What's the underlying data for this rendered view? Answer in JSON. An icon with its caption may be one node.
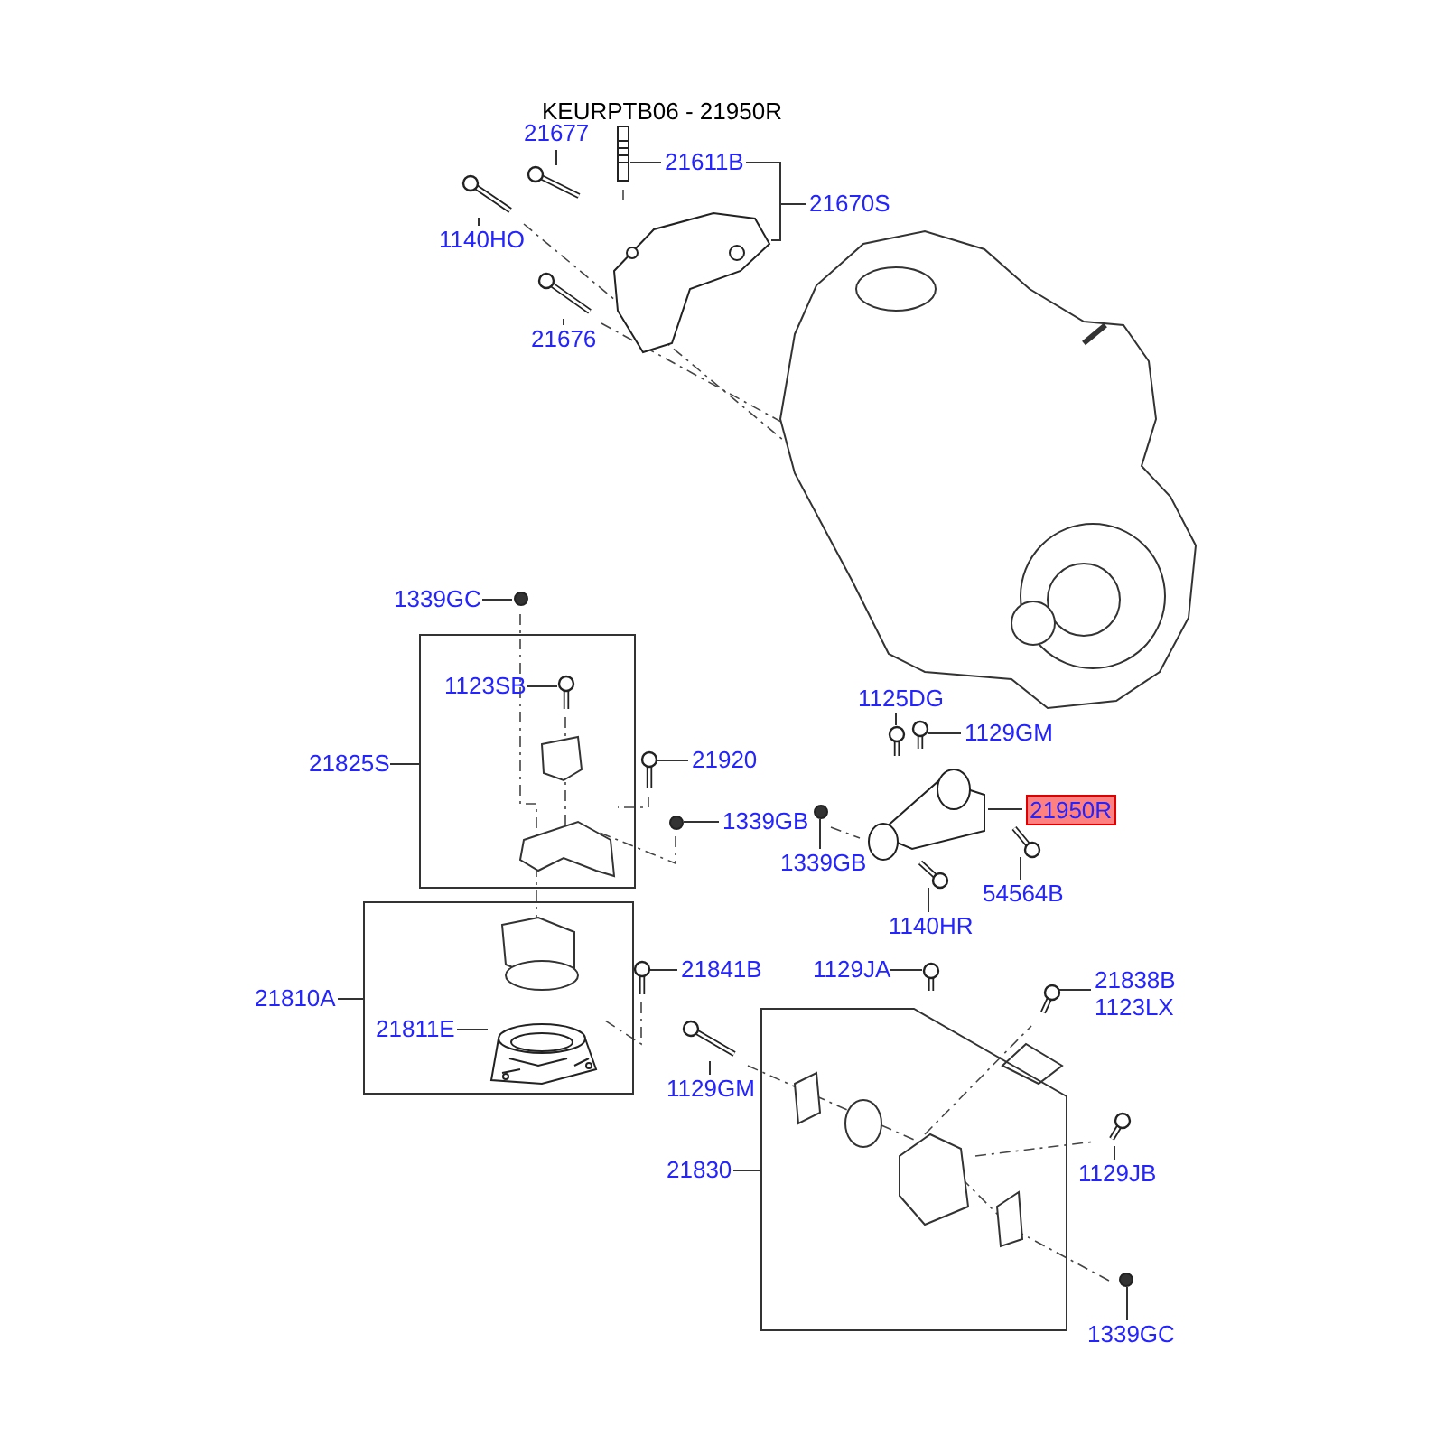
{
  "diagram": {
    "title": "KEURPTB06 - 21950R",
    "nodes": [
      {
        "text": [],
        "shape": "box"
      },
      {
        "text": [],
        "shape": "box"
      },
      {
        "text": [],
        "shape": "box"
      },
      {
        "text": [
          "21677"
        ]
      },
      {
        "text": [
          "21611B"
        ]
      },
      {
        "text": [
          "21670S"
        ]
      },
      {
        "text": [
          "1140HO"
        ]
      },
      {
        "text": [
          "21676"
        ]
      },
      {
        "text": [
          "1339GC"
        ]
      },
      {
        "text": [
          "1123SB"
        ],
        "in": 0
      },
      {
        "text": [
          "21825S"
        ]
      },
      {
        "text": [
          "21920"
        ]
      },
      {
        "text": [
          "1339GB"
        ]
      },
      {
        "text": [
          "1125DG"
        ]
      },
      {
        "text": [
          "1129GM"
        ]
      },
      {
        "text": [
          "21950R"
        ]
      },
      {
        "text": [
          "1339GB"
        ]
      },
      {
        "text": [
          "54564B"
        ]
      },
      {
        "text": [
          "1140HR"
        ]
      },
      {
        "text": [
          "21810A"
        ]
      },
      {
        "text": [
          "21841B"
        ]
      },
      {
        "text": [
          "21811E"
        ],
        "in": 1
      },
      {
        "text": [
          "1129JA"
        ]
      },
      {
        "text": [
          "21838B",
          "1123LX"
        ]
      },
      {
        "text": [
          "1129GM"
        ]
      },
      {
        "text": [
          "21830"
        ]
      },
      {
        "text": [
          "1129JB"
        ]
      },
      {
        "text": [
          "1339GC"
        ]
      },
      {
        "text": [],
        "shape": "picture"
      },
      {
        "text": [],
        "shape": "picture"
      },
      {
        "text": [],
        "shape": "picture"
      },
      {
        "text": [],
        "shape": "picture"
      },
      {
        "text": [],
        "shape": "picture"
      },
      {
        "text": [],
        "shape": "circle"
      },
      {
        "text": [],
        "shape": "picture",
        "in": 0
      },
      {
        "text": [],
        "shape": "picture"
      },
      {
        "text": [],
        "shape": "circle"
      },
      {
        "text": [],
        "shape": "picture"
      },
      {
        "text": [],
        "shape": "picture"
      },
      {
        "text": [],
        "shape": "picture"
      },
      {
        "text": [],
        "shape": "circle"
      },
      {
        "text": [],
        "shape": "picture"
      },
      {
        "text": [],
        "shape": "picture"
      },
      {
        "text": [],
        "shape": "picture",
        "in": 1
      },
      {
        "text": [],
        "shape": "picture"
      },
      {
        "text": [],
        "shape": "picture"
      },
      {
        "text": [],
        "shape": "picture"
      },
      {
        "text": [],
        "shape": "picture"
      },
      {
        "text": [],
        "shape": "picture"
      },
      {
        "text": [],
        "shape": "circle"
      }
    ],
    "edges": [
      {
        "from": 3,
        "to": 28,
        "arrow": "none"
      },
      {
        "from": 4,
        "to": 29,
        "arrow": "none"
      },
      {
        "from": 5,
        "to": 4,
        "arrow": "none"
      },
      {
        "from": 5,
        "to": 30,
        "arrow": "none"
      },
      {
        "from": 6,
        "to": 31,
        "arrow": "none"
      },
      {
        "from": 7,
        "to": 32,
        "arrow": "none"
      },
      {
        "from": 8,
        "to": 33,
        "arrow": "none"
      },
      {
        "from": 9,
        "to": 34,
        "arrow": "none"
      },
      {
        "from": 10,
        "to": 0,
        "arrow": "none"
      },
      {
        "from": 11,
        "to": 35,
        "arrow": "none"
      },
      {
        "from": 12,
        "to": 36,
        "arrow": "none"
      },
      {
        "from": 13,
        "to": 37,
        "arrow": "none"
      },
      {
        "from": 14,
        "to": 38,
        "arrow": "none"
      },
      {
        "from": 15,
        "to": 39,
        "arrow": "none"
      },
      {
        "from": 16,
        "to": 40,
        "arrow": "none"
      },
      {
        "from": 17,
        "to": 41,
        "arrow": "none"
      },
      {
        "from": 18,
        "to": 42,
        "arrow": "none"
      },
      {
        "from": 19,
        "to": 1,
        "arrow": "none"
      },
      {
        "from": 20,
        "to": 44,
        "arrow": "none"
      },
      {
        "from": 21,
        "to": 43,
        "arrow": "none"
      },
      {
        "from": 22,
        "to": 45,
        "arrow": "none"
      },
      {
        "from": 23,
        "to": 46,
        "arrow": "none"
      },
      {
        "from": 24,
        "to": 47,
        "arrow": "none"
      },
      {
        "from": 25,
        "to": 2,
        "arrow": "none"
      },
      {
        "from": 26,
        "to": 48,
        "arrow": "none"
      },
      {
        "from": 27,
        "to": 49,
        "arrow": "none"
      }
    ]
  }
}
